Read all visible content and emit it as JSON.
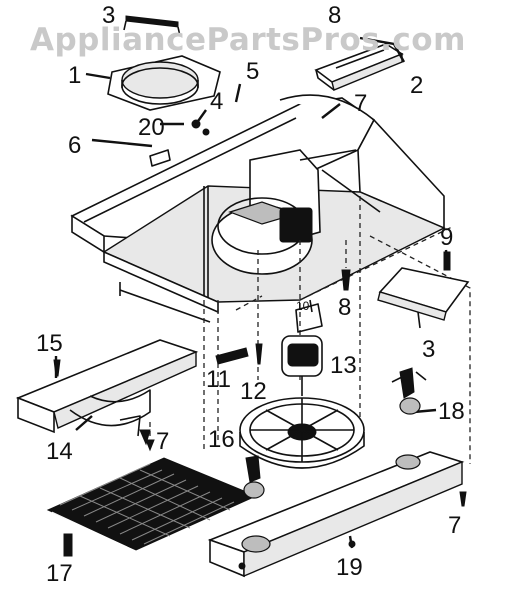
{
  "watermark": "AppliancePartsPros.com",
  "callouts": [
    {
      "id": "c1",
      "label": "1"
    },
    {
      "id": "c2",
      "label": "2"
    },
    {
      "id": "c3a",
      "label": "3"
    },
    {
      "id": "c3b",
      "label": "3"
    },
    {
      "id": "c4",
      "label": "4"
    },
    {
      "id": "c5",
      "label": "5"
    },
    {
      "id": "c6",
      "label": "6"
    },
    {
      "id": "c7a",
      "label": "7"
    },
    {
      "id": "c7b",
      "label": "7"
    },
    {
      "id": "c7c",
      "label": "7"
    },
    {
      "id": "c8a",
      "label": "8"
    },
    {
      "id": "c8b",
      "label": "8"
    },
    {
      "id": "c9",
      "label": "9"
    },
    {
      "id": "c10",
      "label": "10"
    },
    {
      "id": "c11",
      "label": "11"
    },
    {
      "id": "c12",
      "label": "12"
    },
    {
      "id": "c13",
      "label": "13"
    },
    {
      "id": "c14",
      "label": "14"
    },
    {
      "id": "c15",
      "label": "15"
    },
    {
      "id": "c16",
      "label": "16"
    },
    {
      "id": "c17",
      "label": "17"
    },
    {
      "id": "c18",
      "label": "18"
    },
    {
      "id": "c19",
      "label": "19"
    },
    {
      "id": "c20",
      "label": "20"
    }
  ]
}
